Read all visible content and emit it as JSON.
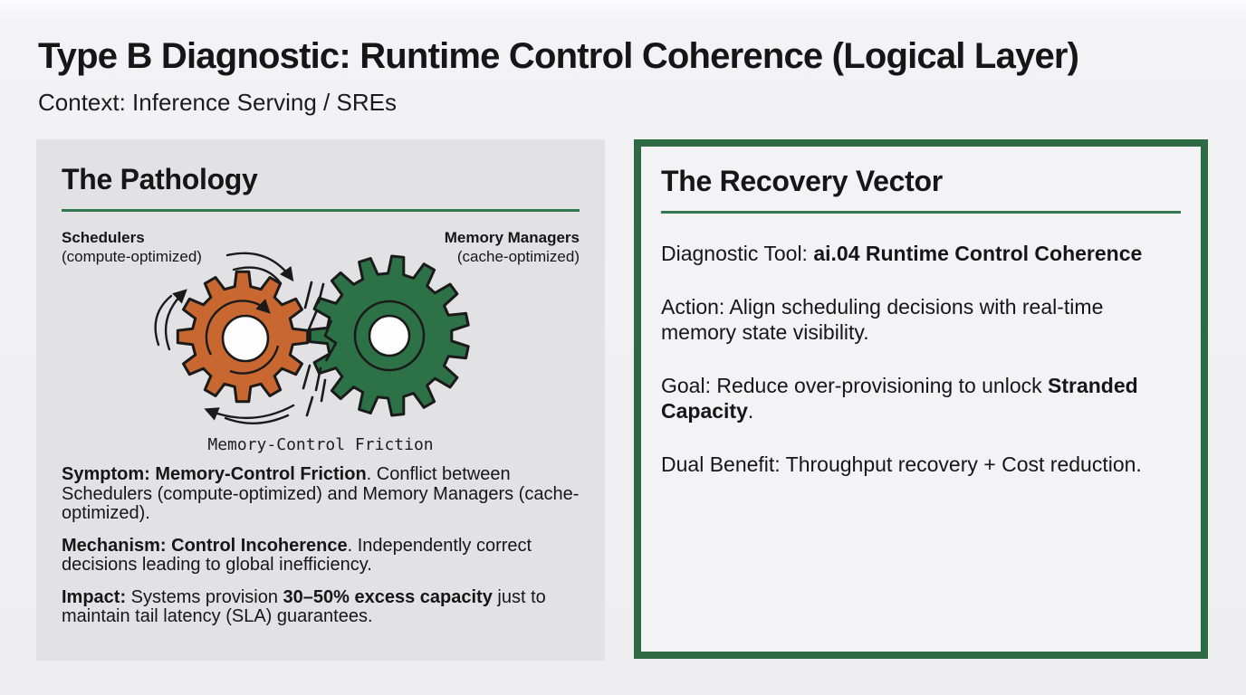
{
  "header": {
    "title": "Type B Diagnostic: Runtime Control Coherence (Logical Layer)",
    "context": "Context: Inference Serving / SREs"
  },
  "colors": {
    "accent_green": "#2e6b44",
    "underline_green": "#35784f",
    "gear_orange": "#c8672f",
    "gear_green": "#2d7147",
    "panel_gray": "#e2e2e4"
  },
  "pathology": {
    "heading": "The Pathology",
    "diagram": {
      "left_gear_label": "Schedulers",
      "left_gear_sublabel": "(compute-optimized)",
      "right_gear_label": "Memory Managers",
      "right_gear_sublabel": "(cache-optimized)",
      "caption": "Memory-Control Friction"
    },
    "paragraphs": [
      {
        "segments": [
          {
            "text": "Symptom: Memory-Control Friction",
            "bold": true
          },
          {
            "text": ". Conflict between Schedulers (compute-optimized) and Memory Managers (cache-optimized).",
            "bold": false
          }
        ]
      },
      {
        "segments": [
          {
            "text": "Mechanism: Control Incoherence",
            "bold": true
          },
          {
            "text": ". Independently correct decisions leading to global inefficiency.",
            "bold": false
          }
        ]
      },
      {
        "segments": [
          {
            "text": "Impact:",
            "bold": true
          },
          {
            "text": " Systems provision ",
            "bold": false
          },
          {
            "text": "30–50% excess capacity",
            "bold": true
          },
          {
            "text": " just to maintain tail latency (SLA) guarantees.",
            "bold": false
          }
        ]
      }
    ]
  },
  "recovery": {
    "heading": "The Recovery Vector",
    "paragraphs": [
      {
        "segments": [
          {
            "text": "Diagnostic Tool: ",
            "bold": false
          },
          {
            "text": "ai.04 Runtime Control Coherence",
            "bold": true
          }
        ]
      },
      {
        "segments": [
          {
            "text": "Action: Align scheduling decisions with real-time memory state visibility.",
            "bold": false
          }
        ]
      },
      {
        "segments": [
          {
            "text": "Goal: Reduce over-provisioning to unlock ",
            "bold": false
          },
          {
            "text": "Stranded Capacity",
            "bold": true
          },
          {
            "text": ".",
            "bold": false
          }
        ]
      },
      {
        "segments": [
          {
            "text": "Dual Benefit: Throughput recovery + Cost reduction.",
            "bold": false
          }
        ]
      }
    ]
  }
}
